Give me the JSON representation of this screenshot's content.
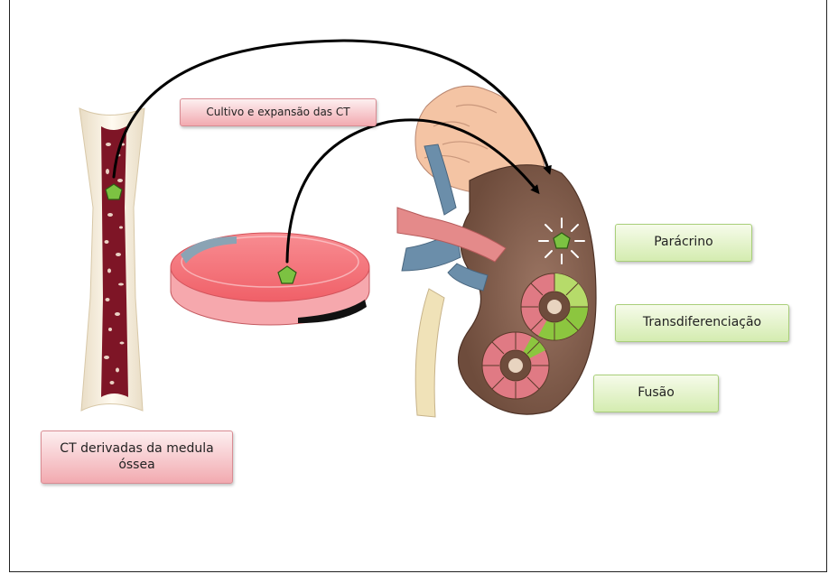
{
  "labels": {
    "cultivo": "Cultivo e expansão das CT",
    "ct_derivadas": "CT derivadas da medula óssea",
    "paracrino": "Parácrino",
    "transdiferenciacao": "Transdiferenciação",
    "fusao": "Fusão"
  },
  "colors": {
    "pink_label": "#f2aab0",
    "green_label": "#d4ecb0",
    "bone_marrow": "#8b1a2a",
    "kidney": "#8a6452",
    "stem_cell": "#7cc242",
    "dish_medium": "#f26a72"
  }
}
